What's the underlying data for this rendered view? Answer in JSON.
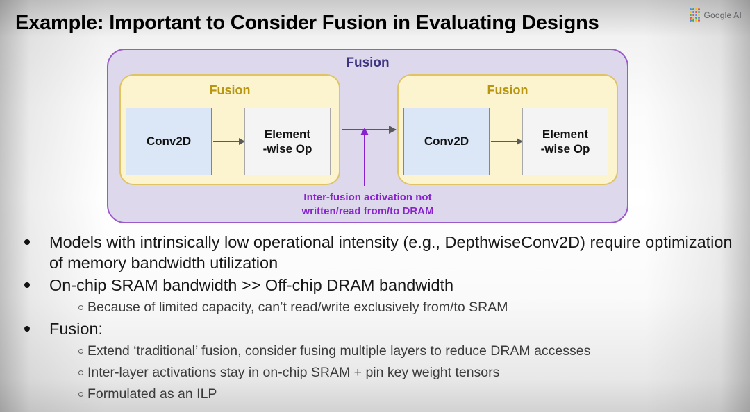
{
  "slide": {
    "title": "Example: Important to Consider Fusion in Evaluating Designs",
    "brand": {
      "label": "Google AI",
      "mark_icon": "google-ai-dot-grid-icon"
    }
  },
  "diagram": {
    "outer_label": "Fusion",
    "callout": {
      "line1": "Inter-fusion activation not",
      "line2": "written/read from/to DRAM",
      "color": "#8822cc"
    },
    "groups": [
      {
        "label": "Fusion",
        "nodes": [
          {
            "name": "conv2d",
            "line1": "Conv2D",
            "line2": ""
          },
          {
            "name": "elementwise",
            "line1": "Element",
            "line2": "-wise Op"
          }
        ]
      },
      {
        "label": "Fusion",
        "nodes": [
          {
            "name": "conv2d",
            "line1": "Conv2D",
            "line2": ""
          },
          {
            "name": "elementwise",
            "line1": "Element",
            "line2": "-wise Op"
          }
        ]
      }
    ],
    "colors": {
      "outer_fill": "#ddd8ec",
      "outer_border": "#9b59c9",
      "group_fill": "#fcf3cf",
      "group_border": "#e0c463",
      "conv_fill": "#dbe6f6",
      "conv_border": "#7b7fc4",
      "elem_fill": "#f4f4f4",
      "elem_border": "#a8a8a8",
      "outer_label_color": "#3d3580",
      "group_label_color": "#b8960f",
      "arrow_color": "#5a5a5a"
    }
  },
  "bullets": [
    {
      "level": 1,
      "text": "Models with intrinsically low operational intensity (e.g., DepthwiseConv2D) require optimization of memory bandwidth utilization"
    },
    {
      "level": 1,
      "text": "On-chip SRAM bandwidth >> Off-chip DRAM bandwidth"
    },
    {
      "level": 2,
      "text": "Because of limited capacity, can’t read/write exclusively from/to SRAM"
    },
    {
      "level": 1,
      "text": "Fusion:"
    },
    {
      "level": 2,
      "text": "Extend ‘traditional’ fusion, consider fusing multiple layers to reduce DRAM accesses"
    },
    {
      "level": 2,
      "text": "Inter-layer activations stay in on-chip SRAM + pin key weight tensors"
    },
    {
      "level": 2,
      "text": "Formulated as an ILP"
    }
  ]
}
